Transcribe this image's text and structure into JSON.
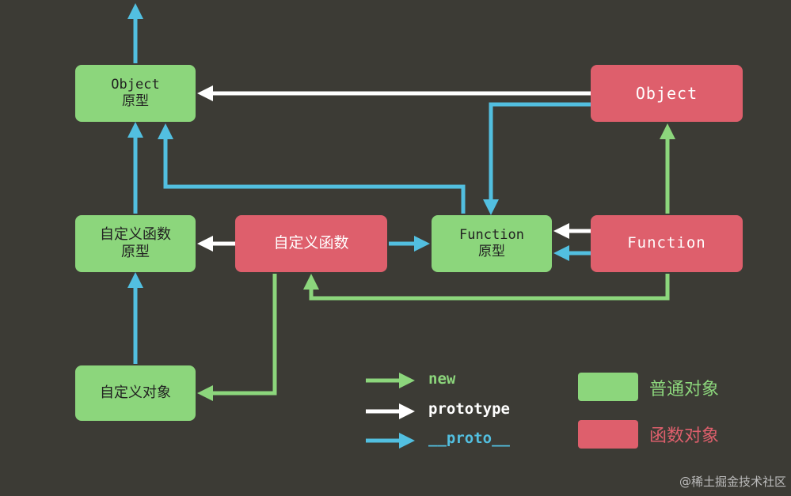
{
  "nodes": {
    "object_prototype": {
      "line1": "Object",
      "line2": "原型"
    },
    "custom_function_prototype": {
      "line1": "自定义函数",
      "line2": "原型"
    },
    "custom_object": {
      "label": "自定义对象"
    },
    "custom_function": {
      "label": "自定义函数"
    },
    "function_prototype": {
      "line1": "Function",
      "line2": "原型"
    },
    "object_constructor": {
      "label": "Object"
    },
    "function_constructor": {
      "label": "Function"
    }
  },
  "legend": {
    "arrows": [
      {
        "label": "new",
        "color": "#8cd67c"
      },
      {
        "label": "prototype",
        "color": "#ffffff"
      },
      {
        "label": "__proto__",
        "color": "#52bfe0"
      }
    ],
    "node_types": [
      {
        "label": "普通对象",
        "color": "#8cd67c"
      },
      {
        "label": "函数对象",
        "color": "#de5f6c"
      }
    ]
  },
  "watermark": "@稀土掘金技术社区",
  "colors": {
    "background": "#3c3b35",
    "green": "#8cd67c",
    "red": "#de5f6c",
    "blue": "#52bfe0",
    "white": "#ffffff"
  }
}
